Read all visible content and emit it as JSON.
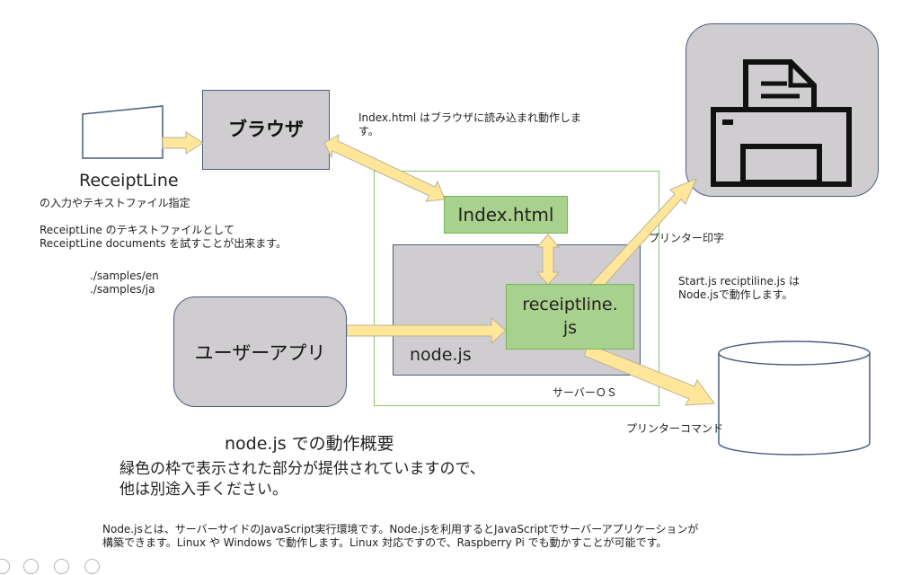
{
  "nodes": {
    "browser": "ブラウザ",
    "index_html": "Index.html",
    "receiptline_js": [
      "receiptline.",
      "js"
    ],
    "nodejs": "node.js",
    "user_app": "ユーザーアプリ",
    "server_os": "サーバーＯＳ"
  },
  "input": {
    "title": "ReceiptLine",
    "subtitle": "の入力やテキストファイル指定"
  },
  "notes": {
    "receiptline_files": [
      "ReceiptLine のテキストファイルとして",
      "ReceiptLine documents を試すことが出来ます。"
    ],
    "sample_paths": [
      "./samples/en",
      "./samples/ja"
    ],
    "index_note": [
      "Index.html はブラウザに読み込まれ動作しま",
      "す。"
    ],
    "start_note": [
      "Start.js  reciptiline.js は",
      "Node.jsで動作します。"
    ]
  },
  "edges": {
    "printer_print": "プリンター印字",
    "printer_command": "プリンターコマンド"
  },
  "summary": {
    "title": "node.js での動作概要",
    "lines": [
      "緑色の枠で表示された部分が提供されていますので、",
      "他は別途入手ください。"
    ]
  },
  "footer": [
    "Node.jsとは、サーバーサイドのJavaScript実行環境です。Node.jsを利用するとJavaScriptでサーバーアプリケーションが",
    "構築できます。Linux や Windows で動作します。Linux 対応ですので、Raspberry Pi でも動かすことが可能です。"
  ],
  "icons": [
    "printer-icon",
    "database-icon",
    "paper-input-icon"
  ],
  "colors": {
    "box_gray": "#d0cdd0",
    "box_green": "#a9d18e",
    "frame_green": "#8cc56a",
    "arrow_fill": "#ffe699",
    "arrow_stroke": "#b9b39a",
    "box_border": "#4b5e7e"
  }
}
